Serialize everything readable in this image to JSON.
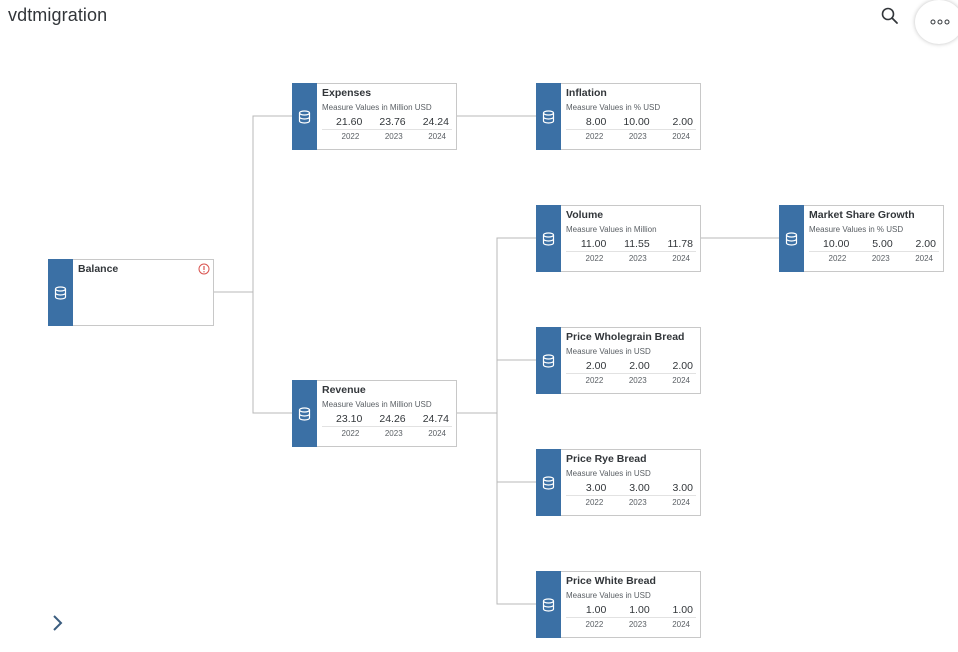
{
  "app": {
    "title": "vdtmigration"
  },
  "toolbar": {
    "search_icon": "search-icon",
    "more_icon": "more-horizontal-icon"
  },
  "footer": {
    "expand_icon": "chevron-right-icon"
  },
  "colors": {
    "node_stripe": "#3b70a5",
    "connector": "#b8b8b8",
    "alert": "#d9534f"
  },
  "nodes": {
    "balance": {
      "title": "Balance",
      "icon": "database-icon",
      "alert_icon": "alert-circle-icon"
    },
    "expenses": {
      "title": "Expenses",
      "subtitle": "Measure Values in Million USD",
      "values": [
        "21.60",
        "23.76",
        "24.24"
      ],
      "years": [
        "2022",
        "2023",
        "2024"
      ]
    },
    "inflation": {
      "title": "Inflation",
      "subtitle": "Measure Values in % USD",
      "values": [
        "8.00",
        "10.00",
        "2.00"
      ],
      "years": [
        "2022",
        "2023",
        "2024"
      ]
    },
    "revenue": {
      "title": "Revenue",
      "subtitle": "Measure Values in Million USD",
      "values": [
        "23.10",
        "24.26",
        "24.74"
      ],
      "years": [
        "2022",
        "2023",
        "2024"
      ]
    },
    "volume": {
      "title": "Volume",
      "subtitle": "Measure Values in Million",
      "values": [
        "11.00",
        "11.55",
        "11.78"
      ],
      "years": [
        "2022",
        "2023",
        "2024"
      ]
    },
    "market_share": {
      "title": "Market Share Growth",
      "subtitle": "Measure Values in % USD",
      "values": [
        "10.00",
        "5.00",
        "2.00"
      ],
      "years": [
        "2022",
        "2023",
        "2024"
      ]
    },
    "price_wholegrain": {
      "title": "Price Wholegrain Bread",
      "subtitle": "Measure Values in USD",
      "values": [
        "2.00",
        "2.00",
        "2.00"
      ],
      "years": [
        "2022",
        "2023",
        "2024"
      ]
    },
    "price_rye": {
      "title": "Price Rye Bread",
      "subtitle": "Measure Values in USD",
      "values": [
        "3.00",
        "3.00",
        "3.00"
      ],
      "years": [
        "2022",
        "2023",
        "2024"
      ]
    },
    "price_white": {
      "title": "Price White Bread",
      "subtitle": "Measure Values in USD",
      "values": [
        "1.00",
        "1.00",
        "1.00"
      ],
      "years": [
        "2022",
        "2023",
        "2024"
      ]
    }
  }
}
